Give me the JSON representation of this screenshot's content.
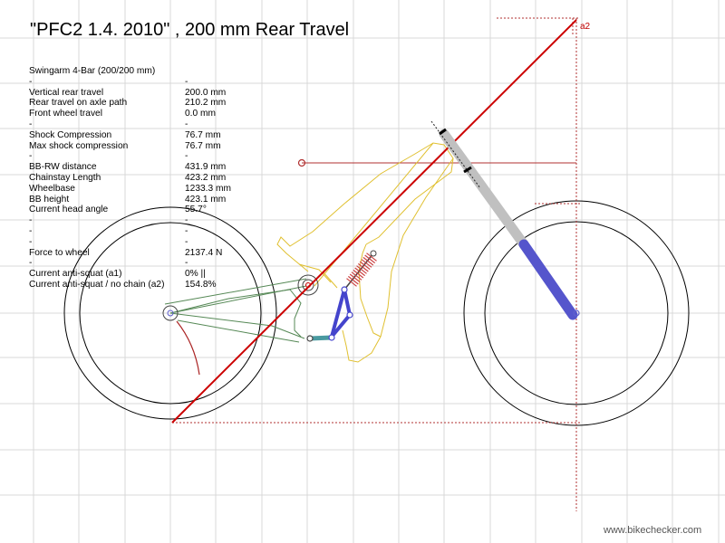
{
  "title": "\"PFC2 1.4. 2010\" , 200 mm Rear Travel",
  "stats": [
    {
      "label": "Swingarm 4-Bar (200/200 mm)",
      "value": ""
    },
    {
      "label": "-",
      "value": "-"
    },
    {
      "label": "Vertical rear travel",
      "value": "200.0 mm"
    },
    {
      "label": "Rear travel on axle path",
      "value": "210.2 mm"
    },
    {
      "label": "Front wheel travel",
      "value": "0.0 mm"
    },
    {
      "label": "-",
      "value": "-"
    },
    {
      "label": "Shock Compression",
      "value": "76.7 mm"
    },
    {
      "label": "Max shock compression",
      "value": "76.7 mm"
    },
    {
      "label": "-",
      "value": "-"
    },
    {
      "label": "BB-RW distance",
      "value": "431.9 mm"
    },
    {
      "label": "Chainstay Length",
      "value": "423.2 mm"
    },
    {
      "label": "Wheelbase",
      "value": "1233.3 mm"
    },
    {
      "label": "BB height",
      "value": "423.1 mm"
    },
    {
      "label": "Current head angle",
      "value": "55.7°"
    },
    {
      "label": "-",
      "value": "-"
    },
    {
      "label": "-",
      "value": "-"
    },
    {
      "label": "-",
      "value": "-"
    },
    {
      "label": "Force to wheel",
      "value": "2137.4 N"
    },
    {
      "label": "-",
      "value": "-"
    },
    {
      "label": "Current anti-squat (a1)",
      "value": "0% ||"
    },
    {
      "label": "Current anti-squat / no chain (a2)",
      "value": "154.8%"
    }
  ],
  "a2_label": "a2",
  "watermark": "www.bikechecker.com",
  "colors": {
    "grid": "#d9d9d9",
    "frame": "#e8c840",
    "swingarm": "#558855",
    "link": "#4444cc",
    "fork_upper": "#c0c0c0",
    "fork_lower": "#5555cc",
    "anti_squat_line": "#cc0000",
    "construction_line": "#b03030",
    "spring": "#cc4444",
    "wheel": "#000000"
  }
}
